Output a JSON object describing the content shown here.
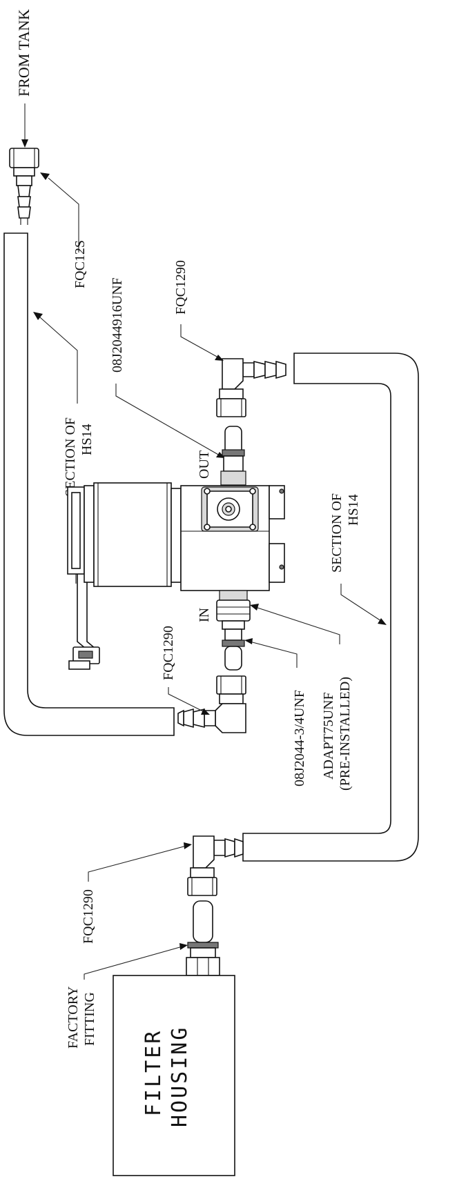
{
  "labels": {
    "from_tank": "FROM TANK",
    "fqc12s": "FQC12S",
    "section_hs14_left_line1": "SECTION OF",
    "section_hs14_left_line2": "HS14",
    "fitting_08j044916unf": "08J2044916UNF",
    "fqc1290_top": "FQC1290",
    "out": "OUT",
    "section_hs14_right_line1": "SECTION OF",
    "section_hs14_right_line2": "HS14",
    "in": "IN",
    "fqc1290_middle": "FQC1290",
    "fitting_08j044_34unf": "08J2044-3/4UNF",
    "adapt75unf_line1": "ADAPT75UNF",
    "adapt75unf_line2": "(PRE-INSTALLED)",
    "fqc1290_bottom": "FQC1290",
    "factory_fitting_line1": "FACTORY",
    "factory_fitting_line2": "FITTING",
    "filter_housing_line1": "FILTER",
    "filter_housing_line2": "HOUSING"
  },
  "colors": {
    "ink": "#111111",
    "background": "#ffffff",
    "shade": "#d9d9d9"
  }
}
